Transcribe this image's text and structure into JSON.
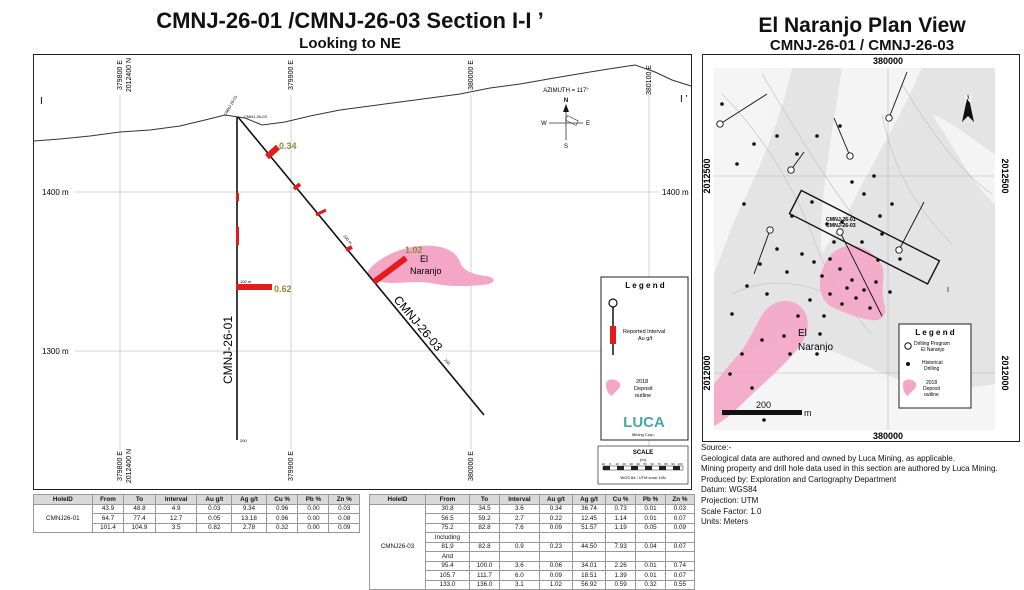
{
  "section": {
    "title": "CMNJ-26-01 /CMNJ-26-03 Section I-I ’",
    "subtitle": "Looking to NE",
    "grid_top": [
      {
        "e": "379800 E",
        "n": "2012400 N"
      },
      {
        "e": "379900 E"
      },
      {
        "e": "380000 E"
      },
      {
        "e": "380100 E"
      }
    ],
    "grid_bottom": [
      {
        "e": "379800 E",
        "n": "2012400 N"
      },
      {
        "e": "379900 E"
      },
      {
        "e": "380000 E"
      }
    ],
    "elevations": [
      "1400 m",
      "1300 m"
    ],
    "section_marks": {
      "left": "I",
      "right": "I ’"
    },
    "compass": {
      "azimuth": "AZIMUTH = 117°",
      "n": "N",
      "s": "S",
      "e": "E",
      "w": "W"
    },
    "holes": {
      "h1": "CMNJ-26-01",
      "h3": "CMNJ-26-03"
    },
    "collar_labels": {
      "h1": "CMNJ-26-01",
      "h3": "CMNJ-26-03"
    },
    "assays": {
      "a1": "0.34",
      "a2": "1.02",
      "a3": "0.62"
    },
    "depth_labels": {
      "h1_mid": "100 m",
      "h3_mid": "100 m",
      "h1_end": "200",
      "h3_end": "200"
    },
    "deposit_label": "El\nNaranjo",
    "legend": {
      "title": "L e g e n d",
      "interval": "Reported Interval\nAu g/t",
      "deposit": "2018\nDeposit\noutline",
      "logo": "LUCA",
      "logo_sub": "Mining Corp."
    },
    "scale": {
      "title": "SCALE",
      "units": "(m)",
      "ticks": [
        "-10",
        "0",
        "10",
        "20",
        "30",
        "40",
        "50",
        "60",
        "70",
        "80",
        "90",
        "100"
      ],
      "datum": "WGS 84 / UTM zone 14N"
    }
  },
  "plan": {
    "title": "El Naranjo Plan View",
    "subtitle": "CMNJ-26-01 / CMNJ-26-03",
    "easting": "380000",
    "northings": [
      "2012500",
      "2012000"
    ],
    "holes_label": "CMNJ-26-01\nCMNJ-26-03",
    "section_mark": "I",
    "deposit_label": "El\nNaranjo",
    "scale_label": "200",
    "scale_unit": "m",
    "north": "N",
    "legend": {
      "title": "L e g e n d",
      "program": "Drilling Program\nEl Naranjo",
      "historical": "Historical\nDrilling",
      "deposit": "2018\nDeposit\noutline"
    }
  },
  "table1": {
    "headers": [
      "HoleID",
      "From",
      "To",
      "Interval",
      "Au g/t",
      "Ag g/t",
      "Cu %",
      "Pb %",
      "Zn %"
    ],
    "hole": "CMNJ26-01",
    "rows": [
      [
        "43.9",
        "48.8",
        "4.9",
        "0.03",
        "9.34",
        "0.96",
        "0.00",
        "0.03"
      ],
      [
        "64.7",
        "77.4",
        "12.7",
        "0.05",
        "13.18",
        "0.96",
        "0.00",
        "0.08"
      ],
      [
        "101.4",
        "104.9",
        "3.5",
        "0.82",
        "2.78",
        "0.32",
        "0.00",
        "0.09"
      ]
    ]
  },
  "table2": {
    "headers": [
      "HoleID",
      "From",
      "To",
      "Interval",
      "Au g/t",
      "Ag g/t",
      "Cu %",
      "Pb %",
      "Zn %"
    ],
    "hole": "CMNJ26-03",
    "rows": [
      [
        "30.8",
        "34.5",
        "3.6",
        "0.34",
        "36.74",
        "0.73",
        "0.01",
        "0.03"
      ],
      [
        "56.5",
        "59.2",
        "2.7",
        "0.22",
        "12.45",
        "1.14",
        "0.01",
        "0.07"
      ],
      [
        "75.2",
        "82.8",
        "7.6",
        "0.09",
        "51.57",
        "1.19",
        "0.05",
        "0.09"
      ],
      [
        "Including",
        "",
        "",
        "",
        "",
        "",
        "",
        ""
      ],
      [
        "81.9",
        "82.8",
        "0.9",
        "0.23",
        "44.50",
        "7.93",
        "0.04",
        "0.07"
      ],
      [
        "And",
        "",
        "",
        "",
        "",
        "",
        "",
        ""
      ],
      [
        "95.4",
        "100.0",
        "3.6",
        "0.06",
        "34.01",
        "2.26",
        "0.01",
        "0.74"
      ],
      [
        "105.7",
        "111.7",
        "6.0",
        "0.09",
        "18.51",
        "1.39",
        "0.01",
        "0.07"
      ],
      [
        "133.0",
        "136.0",
        "3.1",
        "1.02",
        "56.92",
        "0.59",
        "0.32",
        "0.55"
      ]
    ]
  },
  "source": [
    "Source:-",
    "Geological data are authored and owned by Luca Mining, as applicable.",
    "Mining property and drill hole data used in this section are authored by Luca Mining.",
    "Produced by: Exploration and Cartography Department",
    "Datum: WGS84",
    "Projection: UTM",
    "Scale Factor: 1.0",
    "Units: Meters"
  ],
  "colors": {
    "interval": "#e31b1b",
    "deposit": "#f4a6c6",
    "assay_text": "#8c8a3a",
    "grid": "#c8c8c8",
    "hole": "#111111"
  }
}
